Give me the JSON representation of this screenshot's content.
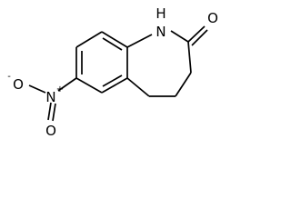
{
  "molecule": {
    "atoms": {
      "amine_nitrogen": "H\nN",
      "carbonyl_oxygen": "O",
      "nitro_nitrogen": "N",
      "nitro_nitrogen_charge": "+",
      "nitro_oxygen_top": "O",
      "nitro_oxygen_top_charge": "-",
      "nitro_oxygen_bottom": "O"
    },
    "colors": {
      "bond": "#000000",
      "label": "#000000",
      "background": "#ffffff"
    }
  }
}
